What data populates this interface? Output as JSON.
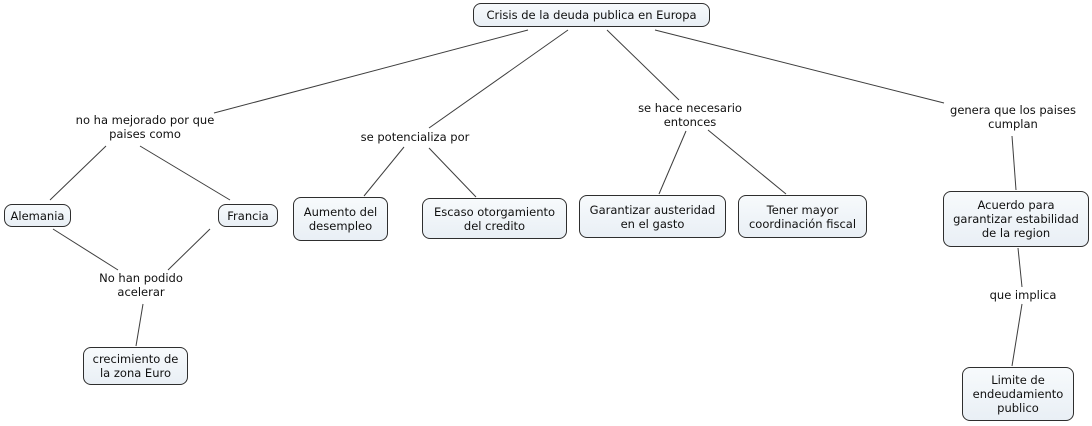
{
  "diagram": {
    "type": "concept-map",
    "title": "Crisis de la deuda publica en Europa",
    "background_color": "#ffffff",
    "node_fill_color": "#edf2f7",
    "node_border_color": "#2e2e2e",
    "edge_color": "#3d3d3d",
    "text_color": "#101010"
  },
  "nodes": {
    "crisis": {
      "label": "Crisis de la deuda publica en Europa",
      "kind": "concept"
    },
    "mejorado": {
      "label": "no ha mejorado por que\npaises como",
      "kind": "linking-phrase"
    },
    "alemania": {
      "label": "Alemania",
      "kind": "concept"
    },
    "francia": {
      "label": "Francia",
      "kind": "concept"
    },
    "nohan": {
      "label": "No han podido\nacelerar",
      "kind": "linking-phrase"
    },
    "crecimiento": {
      "label": "crecimiento de\nla zona Euro",
      "kind": "concept"
    },
    "potencializa": {
      "label": "se potencializa por",
      "kind": "linking-phrase"
    },
    "aumento": {
      "label": "Aumento del\ndesempleo",
      "kind": "concept"
    },
    "escaso": {
      "label": "Escaso otorgamiento\ndel credito",
      "kind": "concept"
    },
    "necesario": {
      "label": "se hace necesario\nentonces",
      "kind": "linking-phrase"
    },
    "garantizar": {
      "label": "Garantizar austeridad\nen el gasto",
      "kind": "concept"
    },
    "tener": {
      "label": "Tener mayor\ncoordinación fiscal",
      "kind": "concept"
    },
    "genera": {
      "label": "genera que los paises\ncumplan",
      "kind": "linking-phrase"
    },
    "acuerdo": {
      "label": "Acuerdo para\ngarantizar estabilidad\nde la region",
      "kind": "concept"
    },
    "implica": {
      "label": "que implica",
      "kind": "linking-phrase"
    },
    "limite": {
      "label": "Limite de\nendeudamiento\npublico",
      "kind": "concept"
    }
  },
  "edges": [
    {
      "from": "crisis",
      "to": "mejorado"
    },
    {
      "from": "crisis",
      "to": "potencializa"
    },
    {
      "from": "crisis",
      "to": "necesario"
    },
    {
      "from": "crisis",
      "to": "genera"
    },
    {
      "from": "mejorado",
      "to": "alemania"
    },
    {
      "from": "mejorado",
      "to": "francia"
    },
    {
      "from": "alemania",
      "to": "nohan"
    },
    {
      "from": "francia",
      "to": "nohan"
    },
    {
      "from": "nohan",
      "to": "crecimiento"
    },
    {
      "from": "potencializa",
      "to": "aumento"
    },
    {
      "from": "potencializa",
      "to": "escaso"
    },
    {
      "from": "necesario",
      "to": "garantizar"
    },
    {
      "from": "necesario",
      "to": "tener"
    },
    {
      "from": "genera",
      "to": "acuerdo"
    },
    {
      "from": "acuerdo",
      "to": "implica"
    },
    {
      "from": "implica",
      "to": "limite"
    }
  ]
}
